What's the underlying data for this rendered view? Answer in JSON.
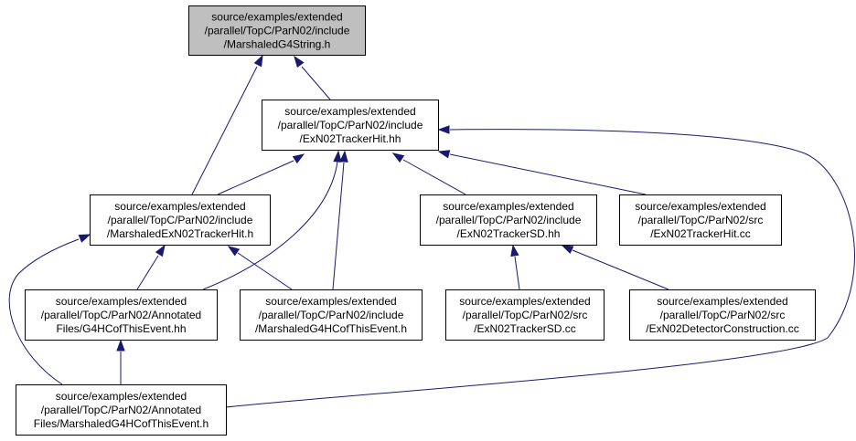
{
  "colors": {
    "node_fill": "#ffffff",
    "root_fill": "#bfbfbf",
    "border": "#000000",
    "edge": "#191970"
  },
  "nodes": [
    {
      "id": "marshaled-g4string",
      "lines": [
        "source/examples/extended",
        "/parallel/TopC/ParN02/include",
        "/MarshaledG4String.h"
      ],
      "highlighted": true
    },
    {
      "id": "exn02trackerhit-hh",
      "lines": [
        "source/examples/extended",
        "/parallel/TopC/ParN02/include",
        "/ExN02TrackerHit.hh"
      ]
    },
    {
      "id": "marshaled-exn02trackerhit-h",
      "lines": [
        "source/examples/extended",
        "/parallel/TopC/ParN02/include",
        "/MarshaledExN02TrackerHit.h"
      ]
    },
    {
      "id": "exn02trackersd-hh",
      "lines": [
        "source/examples/extended",
        "/parallel/TopC/ParN02/include",
        "/ExN02TrackerSD.hh"
      ]
    },
    {
      "id": "exn02trackerhit-cc",
      "lines": [
        "source/examples/extended",
        "/parallel/TopC/ParN02/src",
        "/ExN02TrackerHit.cc"
      ]
    },
    {
      "id": "g4hcofthisevent-hh",
      "lines": [
        "source/examples/extended",
        "/parallel/TopC/ParN02/Annotated",
        "Files/G4HCofThisEvent.hh"
      ]
    },
    {
      "id": "include-marshaled-g4hcofthisevent-h",
      "lines": [
        "source/examples/extended",
        "/parallel/TopC/ParN02/include",
        "/MarshaledG4HCofThisEvent.h"
      ]
    },
    {
      "id": "exn02trackersd-cc",
      "lines": [
        "source/examples/extended",
        "/parallel/TopC/ParN02/src",
        "/ExN02TrackerSD.cc"
      ]
    },
    {
      "id": "exn02detectorconstruction-cc",
      "lines": [
        "source/examples/extended",
        "/parallel/TopC/ParN02/src",
        "/ExN02DetectorConstruction.cc"
      ]
    },
    {
      "id": "annotated-marshaled-g4hcofthisevent-h",
      "lines": [
        "source/examples/extended",
        "/parallel/TopC/ParN02/Annotated",
        "Files/MarshaledG4HCofThisEvent.h"
      ]
    }
  ],
  "edges": [
    {
      "from": "exn02trackerhit-hh",
      "to": "marshaled-g4string"
    },
    {
      "from": "marshaled-exn02trackerhit-h",
      "to": "marshaled-g4string"
    },
    {
      "from": "marshaled-exn02trackerhit-h",
      "to": "exn02trackerhit-hh"
    },
    {
      "from": "exn02trackersd-hh",
      "to": "exn02trackerhit-hh"
    },
    {
      "from": "exn02trackerhit-cc",
      "to": "exn02trackerhit-hh"
    },
    {
      "from": "g4hcofthisevent-hh",
      "to": "exn02trackerhit-hh"
    },
    {
      "from": "include-marshaled-g4hcofthisevent-h",
      "to": "exn02trackerhit-hh"
    },
    {
      "from": "annotated-marshaled-g4hcofthisevent-h",
      "to": "exn02trackerhit-hh"
    },
    {
      "from": "g4hcofthisevent-hh",
      "to": "marshaled-exn02trackerhit-h"
    },
    {
      "from": "include-marshaled-g4hcofthisevent-h",
      "to": "marshaled-exn02trackerhit-h"
    },
    {
      "from": "annotated-marshaled-g4hcofthisevent-h",
      "to": "marshaled-exn02trackerhit-h"
    },
    {
      "from": "exn02trackersd-cc",
      "to": "exn02trackersd-hh"
    },
    {
      "from": "exn02detectorconstruction-cc",
      "to": "exn02trackersd-hh"
    },
    {
      "from": "annotated-marshaled-g4hcofthisevent-h",
      "to": "g4hcofthisevent-hh"
    }
  ]
}
